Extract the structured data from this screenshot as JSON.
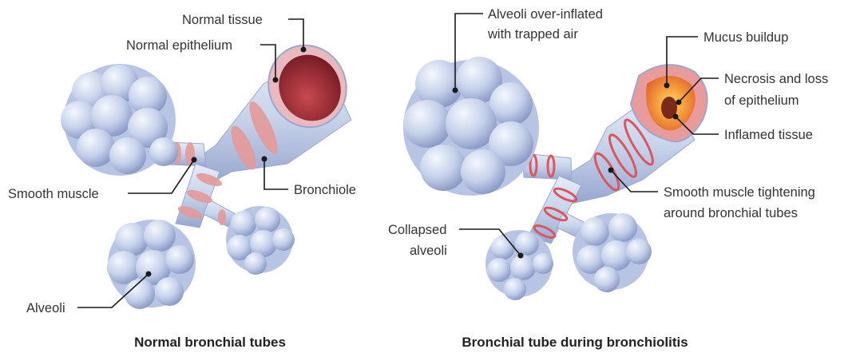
{
  "panels": [
    {
      "caption": "Normal bronchial tubes",
      "labels": {
        "normal_tissue": "Normal tissue",
        "normal_epithelium": "Normal epithelium",
        "smooth_muscle": "Smooth muscle",
        "bronchiole": "Bronchiole",
        "alveoli": "Alveoli"
      }
    },
    {
      "caption": "Bronchial tube during bronchiolitis",
      "labels": {
        "alveoli_over_inflated_1": "Alveoli over-inflated",
        "alveoli_over_inflated_2": "with trapped air",
        "mucus_buildup": "Mucus buildup",
        "necrosis_1": "Necrosis and loss",
        "necrosis_2": "of epithelium",
        "inflamed_tissue": "Inflamed tissue",
        "smooth_muscle_tightening_1": "Smooth muscle tightening",
        "smooth_muscle_tightening_2": "around bronchial tubes",
        "collapsed_alveoli_1": "Collapsed",
        "collapsed_alveoli_2": "alveoli"
      }
    }
  ],
  "colors": {
    "alveoli_fill": "#c7d3ea",
    "alveoli_shadow": "#8898c4",
    "tube_fill": "#cdd7ec",
    "muscle_band": "#e49a9a",
    "lumen_red": "#9e2a35",
    "inflamed_orange": "#f08a3c",
    "leader_line": "#1a1a1a"
  }
}
